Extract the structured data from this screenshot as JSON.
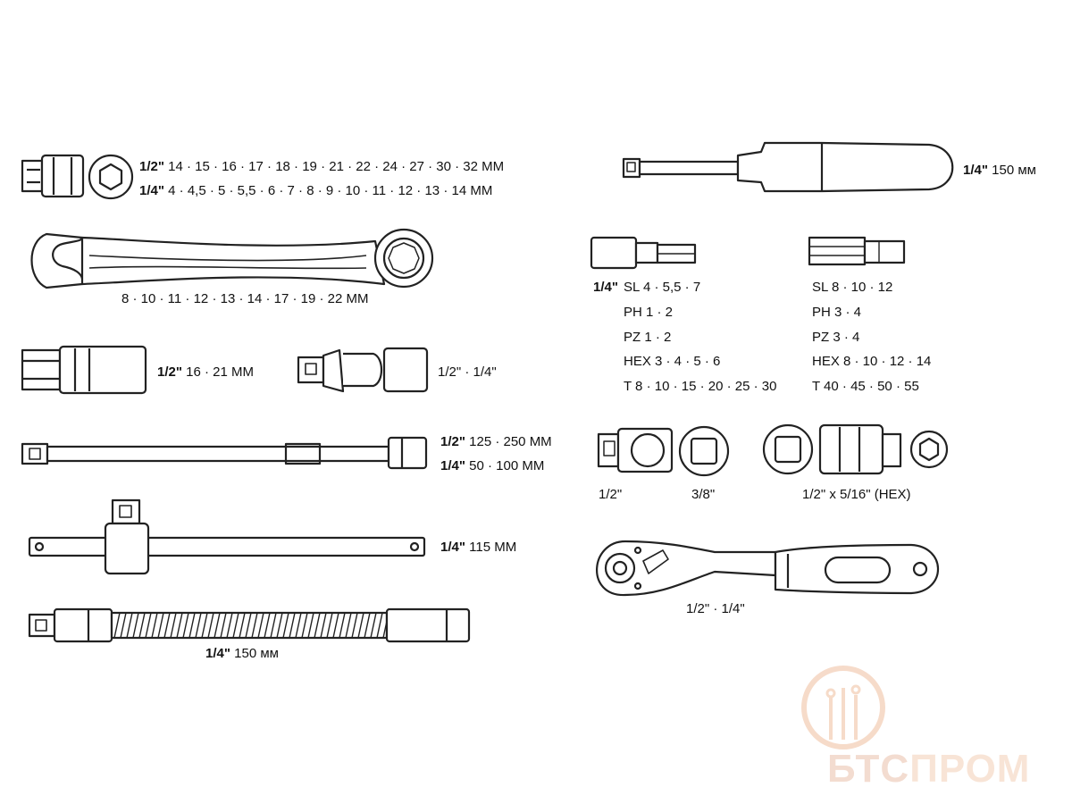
{
  "sockets_row": {
    "a_size": "1/2\"",
    "a_values": "14 · 15 · 16 · 17 · 18 · 19 · 21 · 22 · 24 · 27 · 30 · 32 MM",
    "b_size": "1/4\"",
    "b_values": "4 · 4,5 · 5 · 5,5 · 6 · 7 · 8 · 9 · 10 · 11 · 12 · 13 · 14 MM"
  },
  "wrench_sizes": "8 · 10 · 11 · 12 · 13 · 14 · 17 · 19 · 22 MM",
  "deep_socket": {
    "size": "1/2\"",
    "values": "16 · 21 MM"
  },
  "ujoint": "1/2\" · 1/4\"",
  "extension": {
    "a_size": "1/2\"",
    "a_values": "125 · 250 MM",
    "b_size": "1/4\"",
    "b_values": "50 · 100 MM"
  },
  "tbar": {
    "size": "1/4\"",
    "values": "115 MM"
  },
  "flex": {
    "size": "1/4\"",
    "values": "150 мм"
  },
  "driver": {
    "size": "1/4\"",
    "values": "150 мм"
  },
  "bits_left": {
    "size": "1/4\"",
    "rows": [
      "SL 4 · 5,5 · 7",
      "PH 1 · 2",
      "PZ 1 · 2",
      "HEX 3 · 4 · 5 · 6",
      "T 8 · 10 · 15 · 20 · 25 · 30"
    ]
  },
  "bits_right": {
    "rows": [
      "SL 8 · 10 · 12",
      "PH 3 · 4",
      "PZ 3 · 4",
      "HEX 8 · 10 · 12 · 14",
      "T 40 · 45 · 50 · 55"
    ]
  },
  "adapters": {
    "a": "1/2\"",
    "b": "3/8\"",
    "c": "1/2\" x 5/16\" (HEX)"
  },
  "ratchet": "1/2\" · 1/4\"",
  "watermark": {
    "part1": "БТС",
    "part2": "ПРОМ"
  },
  "colors": {
    "line": "#222222",
    "watermark": "#f3cfb8"
  }
}
